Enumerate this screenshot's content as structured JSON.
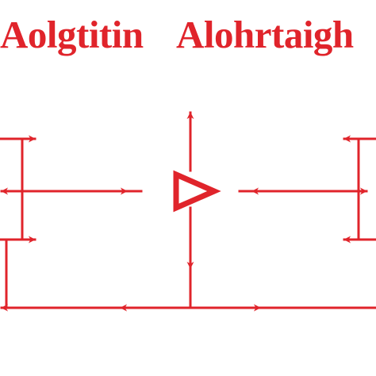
{
  "title": {
    "left": "Aolgtitin",
    "right": "Alohrtaigh"
  },
  "colors": {
    "stroke": "#e0242b",
    "title": "#e0242b",
    "background": "#ffffff"
  },
  "diagram": {
    "center_symbol": "triangle-right-icon",
    "arrow_style": "open-arrowhead"
  }
}
